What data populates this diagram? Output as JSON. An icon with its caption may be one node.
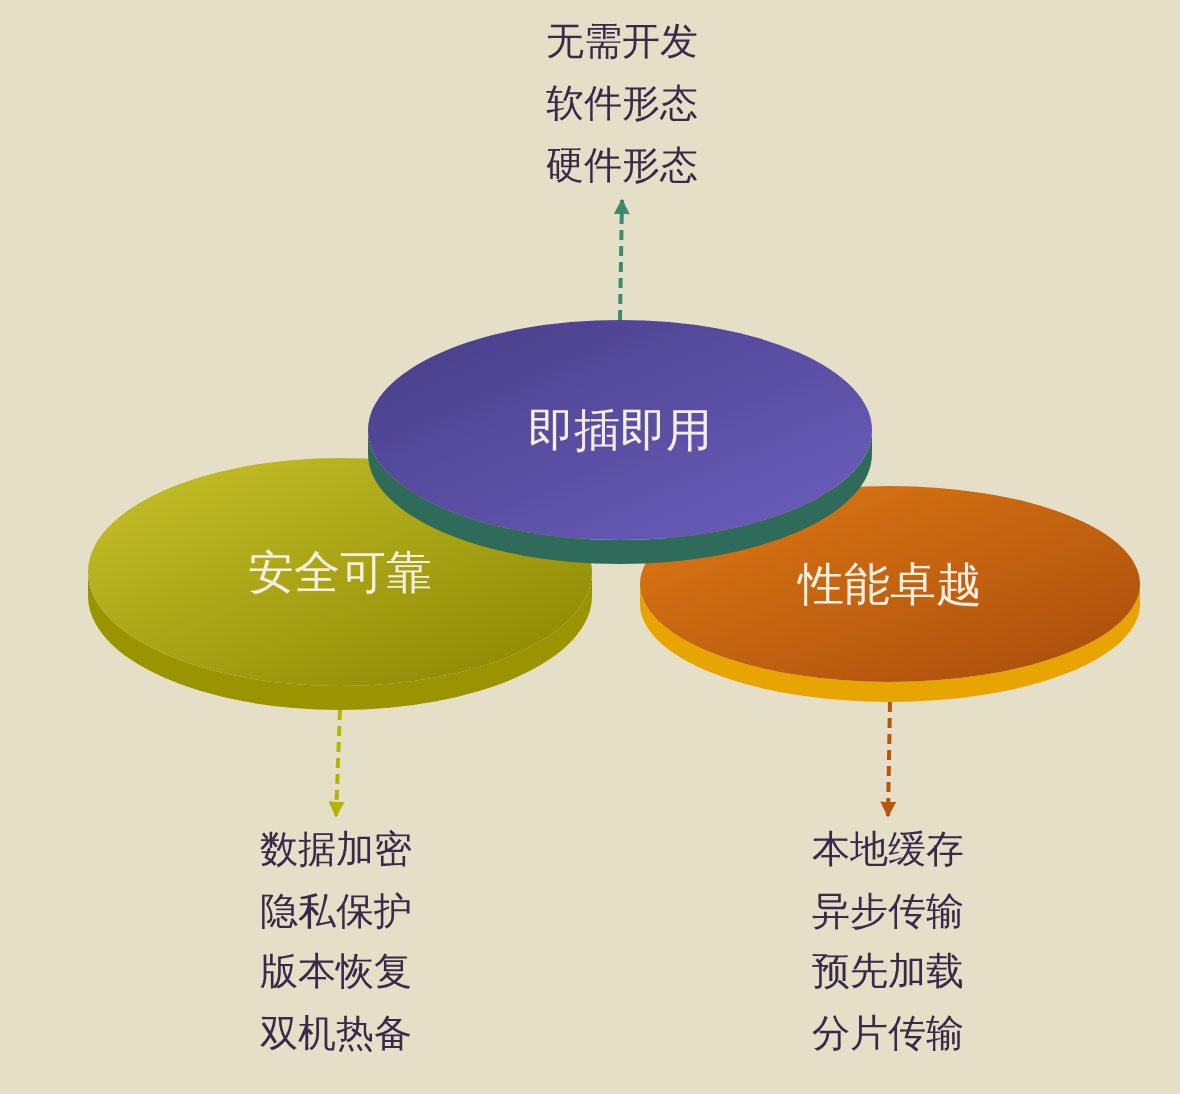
{
  "diagram": {
    "nodes": [
      {
        "text": [
          "即插即用"
        ]
      },
      {
        "text": [
          "安全可靠"
        ]
      },
      {
        "text": [
          "性能卓越"
        ]
      },
      {
        "text": [
          "无需开发",
          "软件形态",
          "硬件形态"
        ]
      },
      {
        "text": [
          "数据加密",
          "隐私保护",
          "版本恢复",
          "双机热备"
        ]
      },
      {
        "text": [
          "本地缓存",
          "异步传输",
          "预先加载",
          "分片传输"
        ]
      }
    ],
    "edges": [
      {
        "from": 0,
        "to": 3,
        "arrow": "to",
        "style": "dashed",
        "color": "#3f8a6e"
      },
      {
        "from": 1,
        "to": 4,
        "arrow": "to",
        "style": "dashed",
        "color": "#b4b400"
      },
      {
        "from": 2,
        "to": 5,
        "arrow": "to",
        "style": "dashed",
        "color": "#b8560e"
      }
    ]
  }
}
